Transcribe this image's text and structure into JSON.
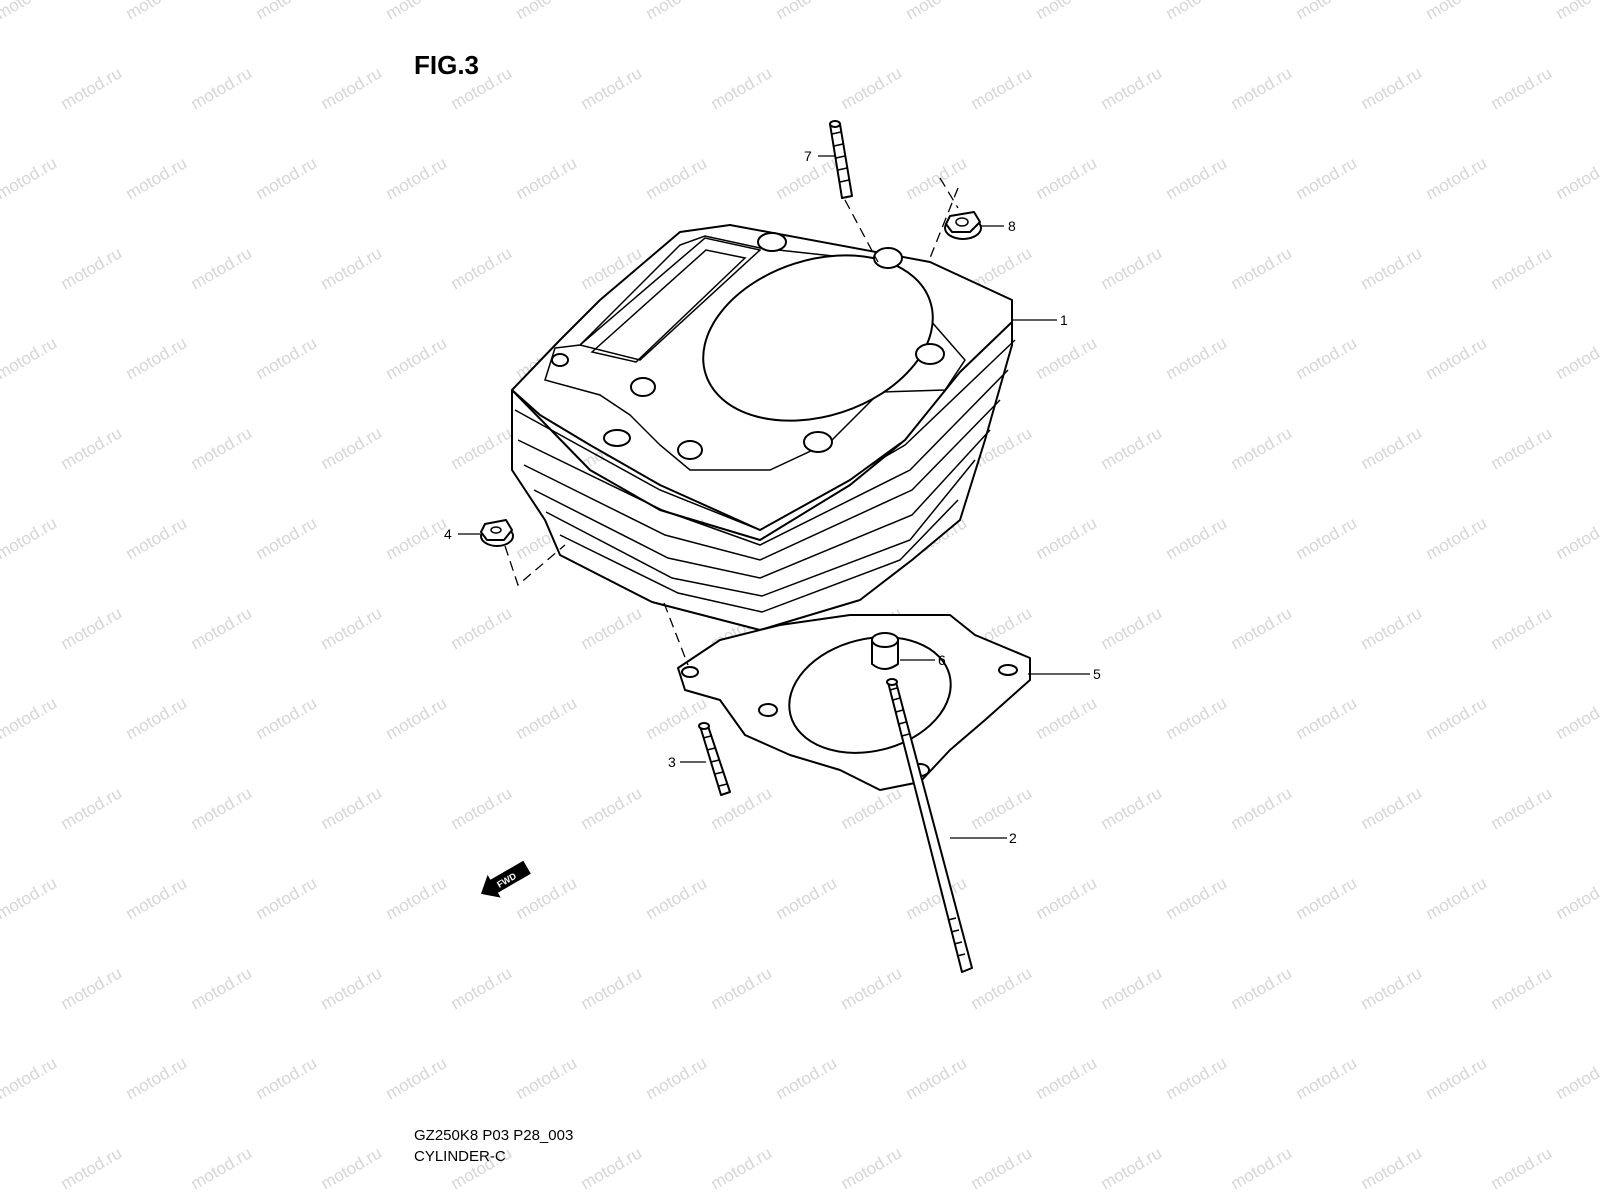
{
  "figure": {
    "title": "FIG.3",
    "diagram_code": "GZ250K8 P03 P28_003",
    "diagram_name": "CYLINDER-C"
  },
  "watermark": {
    "text": "motod.ru",
    "color": "#d6d6d6"
  },
  "direction_marker": {
    "label": "FWD"
  },
  "callouts": [
    {
      "number": "1"
    },
    {
      "number": "2"
    },
    {
      "number": "3"
    },
    {
      "number": "4"
    },
    {
      "number": "5"
    },
    {
      "number": "6"
    },
    {
      "number": "7"
    },
    {
      "number": "8"
    }
  ]
}
